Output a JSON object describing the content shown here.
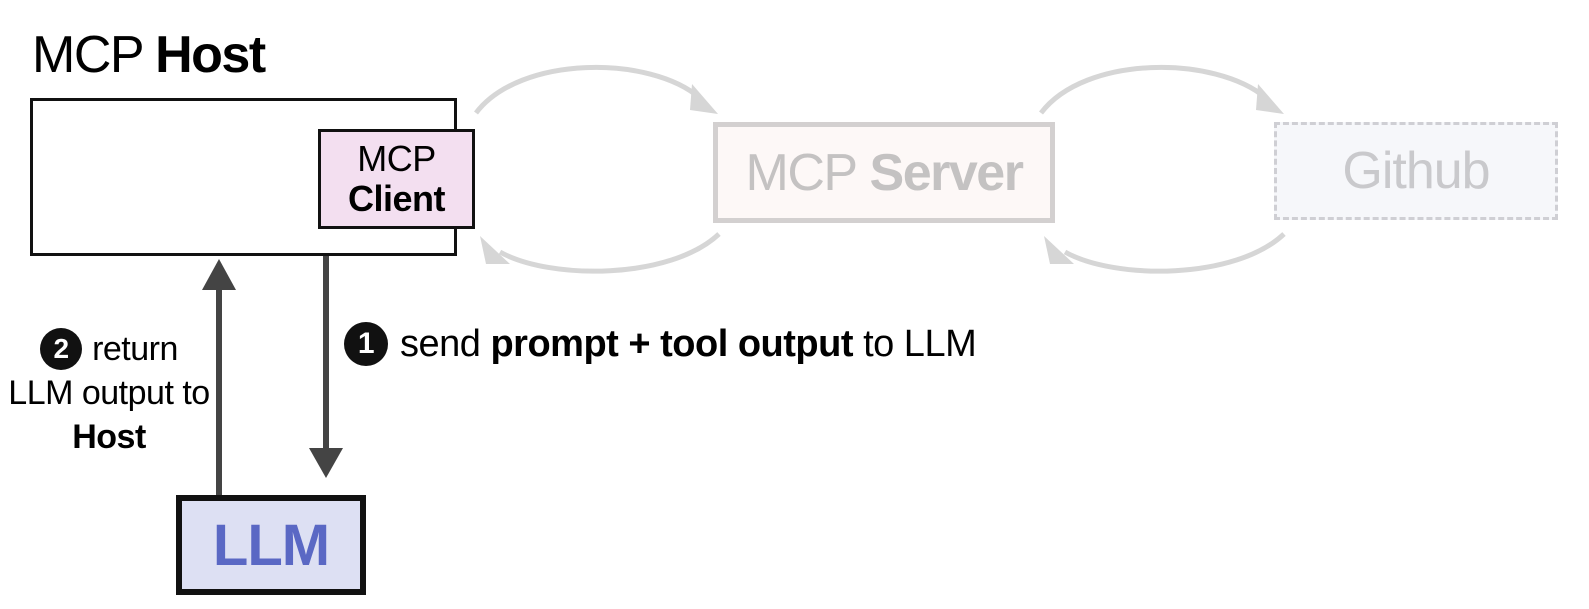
{
  "host": {
    "title_prefix": "MCP",
    "title_bold": "Host"
  },
  "client": {
    "line1": "MCP",
    "line2": "Client"
  },
  "server": {
    "prefix": "MCP",
    "bold": "Server"
  },
  "github": {
    "label": "Github"
  },
  "llm": {
    "label": "LLM"
  },
  "step1": {
    "number": "1",
    "text_start": "send",
    "text_bold": "prompt + tool output",
    "text_end": "to LLM"
  },
  "step2": {
    "number": "2",
    "line1": "return",
    "line2": "LLM output to",
    "line3": "Host"
  },
  "colors": {
    "client_fill": "#f3dff0",
    "llm_fill": "#dde0f3",
    "llm_text": "#5a68c4",
    "faded_arrow": "#d6d6d6",
    "dark_arrow": "#444444"
  }
}
